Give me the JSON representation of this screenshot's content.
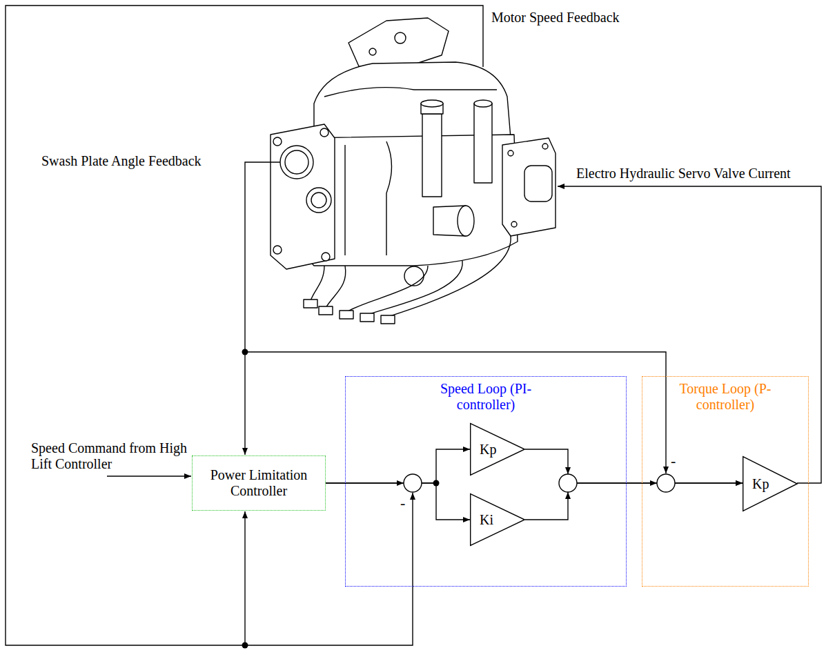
{
  "diagram": {
    "nodes": [
      {
        "text": [
          "Power Limitation Controller"
        ]
      },
      {
        "text": [
          "Speed Loop (PI-controller)"
        ]
      },
      {
        "text": [
          "Kp"
        ],
        "in": 1
      },
      {
        "text": [
          "Ki"
        ],
        "in": 1
      },
      {
        "text": [
          "Torque Loop (P-controller)"
        ]
      },
      {
        "text": [
          "Kp"
        ],
        "in": 4
      }
    ],
    "edges": [
      {
        "from": 0,
        "to": 2,
        "arrow": "to"
      },
      {
        "from": 0,
        "to": 3,
        "arrow": "to"
      },
      {
        "from": 2,
        "to": 5,
        "arrow": "to"
      },
      {
        "from": 3,
        "to": 5,
        "arrow": "to"
      }
    ],
    "labels": [
      "Motor Speed Feedback",
      "Swash Plate Angle Feedback",
      "Electro Hydraulic Servo Valve Current",
      "Speed Command from High Lift Controller",
      "-",
      "-"
    ]
  }
}
